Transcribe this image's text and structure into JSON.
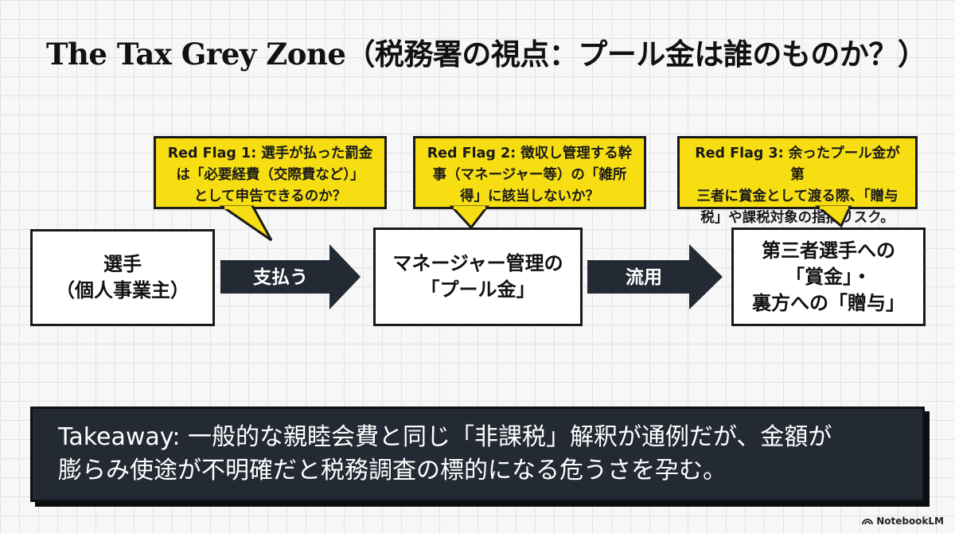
{
  "title": "The Tax Grey Zone（税務署の視点：プール金は誰のものか？）",
  "callouts": [
    {
      "text": "Red Flag 1: 選手が払った罰金\nは「必要経費（交際費など）」\nとして申告できるのか？"
    },
    {
      "text": "Red Flag 2: 徴収し管理する幹\n事（マネージャー等）の「雑所\n得」に該当しないか？"
    },
    {
      "text": "Red Flag 3: 余ったプール金が第\n三者に賞金として渡る際、「贈与\n税」や課税対象の指摘リスク。"
    }
  ],
  "flow": {
    "nodes": [
      {
        "text": "選手\n（個人事業主）"
      },
      {
        "text": "マネージャー管理の\n「プール金」"
      },
      {
        "text": "第三者選手への\n「賞金」・\n裏方への「贈与」"
      }
    ],
    "arrows": [
      {
        "label": "支払う"
      },
      {
        "label": "流用"
      }
    ]
  },
  "takeaway": "Takeaway: 一般的な親睦会費と同じ「非課税」解釈が通例だが、金額が\n膨らみ使途が不明確だと税務調査の標的になる危うさを孕む。",
  "brand": "NotebookLM",
  "colors": {
    "callout_fill": "#f7de12",
    "arrow_fill": "#232a33",
    "takeaway_bg": "#232a33"
  }
}
